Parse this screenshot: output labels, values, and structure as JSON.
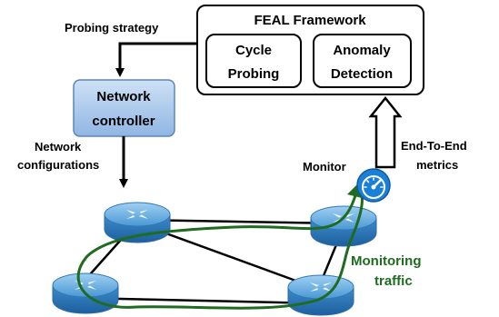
{
  "framework": {
    "title": "FEAL Framework",
    "cycle_probing": [
      "Cycle",
      "Probing"
    ],
    "anomaly_detection": [
      "Anomaly",
      "Detection"
    ]
  },
  "controller": [
    "Network",
    "controller"
  ],
  "labels": {
    "probing_strategy": "Probing strategy",
    "network_configurations": [
      "Network",
      "configurations"
    ],
    "monitor": "Monitor",
    "end_to_end_metrics": [
      "End-To-End",
      "metrics"
    ],
    "monitoring_traffic": [
      "Monitoring",
      "traffic"
    ]
  },
  "colors": {
    "traffic_green": "#1f6b1f",
    "controller_fill": "#a8c6ea",
    "router_fill": "#5aa6dd",
    "monitor_icon": "#1a7fd6"
  },
  "icons": {
    "monitor": "speedometer-icon",
    "router": "router-icon"
  }
}
